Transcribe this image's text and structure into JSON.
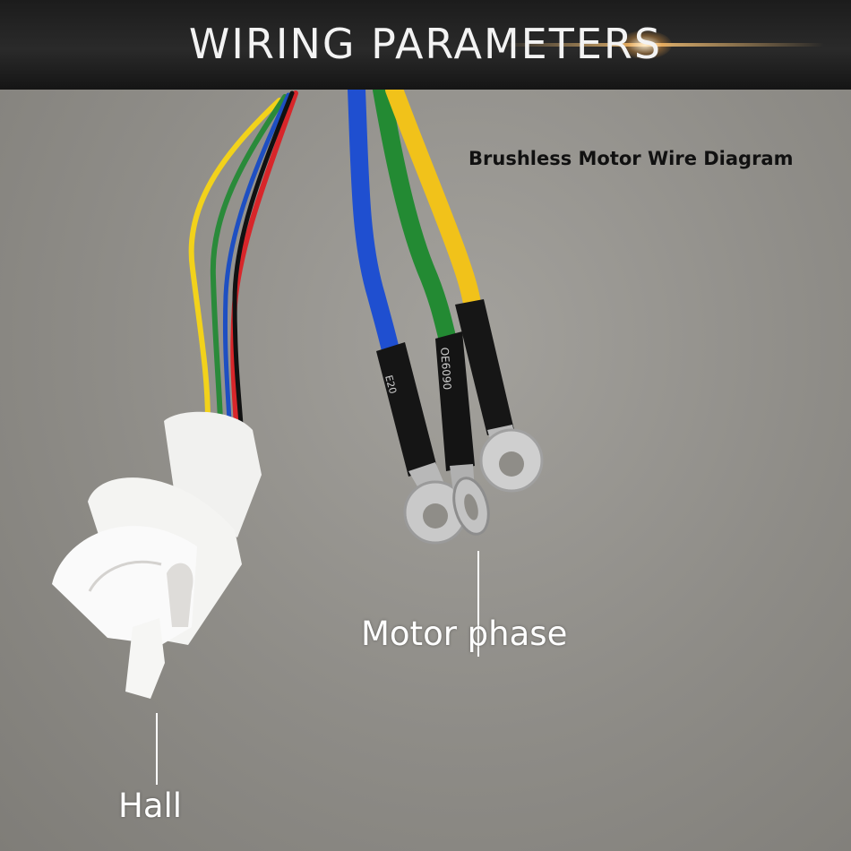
{
  "header": {
    "title": "WIRING PARAMETERS"
  },
  "diagram": {
    "caption": "Brushless Motor Wire Diagram"
  },
  "labels": {
    "hall": "Hall",
    "motor_phase": "Motor phase"
  },
  "sleeve_prints": {
    "left": "E20",
    "middle": "OE6090"
  },
  "colors": {
    "hall_wires": [
      "#f2d21b",
      "#2a8a3a",
      "#1e4fc2",
      "#d8262a",
      "#111111"
    ],
    "phase_wires": [
      "#1f4fd0",
      "#238a33",
      "#f1c21a"
    ]
  }
}
